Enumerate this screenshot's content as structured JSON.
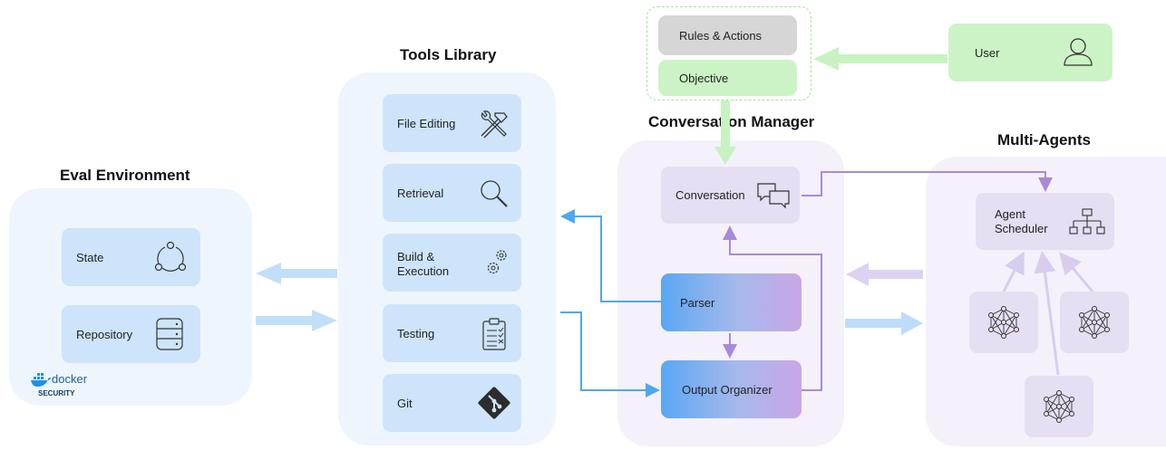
{
  "eval_env": {
    "title": "Eval Environment",
    "items": [
      {
        "label": "State",
        "icon": "cycle-icon"
      },
      {
        "label": "Repository",
        "icon": "database-icon"
      }
    ],
    "logo_text": "docker",
    "logo_sub": "SECURITY"
  },
  "tools": {
    "title": "Tools Library",
    "items": [
      {
        "label": "File Editing",
        "icon": "hammer-wrench-icon"
      },
      {
        "label": "Retrieval",
        "icon": "magnifier-icon"
      },
      {
        "label": "Build &",
        "label2": "Execution",
        "icon": "gears-icon"
      },
      {
        "label": "Testing",
        "icon": "clipboard-checklist-icon"
      },
      {
        "label": "Git",
        "icon": "git-icon"
      }
    ]
  },
  "top": {
    "rules": "Rules & Actions",
    "objective": "Objective",
    "user": "User"
  },
  "conv_mgr": {
    "title": "Conversation Manager",
    "conversation": "Conversation",
    "parser": "Parser",
    "output": "Output Organizer"
  },
  "multi": {
    "title": "Multi-Agents",
    "scheduler_line1": "Agent",
    "scheduler_line2": "Scheduler"
  },
  "colors": {
    "blue_panel": "#eef5fd",
    "blue_box": "#cde4fa",
    "purple_panel": "#f4f1fa",
    "purple_box": "#e6def3",
    "green_box": "#ccf3c5",
    "gray_box": "#d6d6d6",
    "blue_arrow": "#4ea8f0",
    "purple_arrow": "#b08ee0"
  }
}
